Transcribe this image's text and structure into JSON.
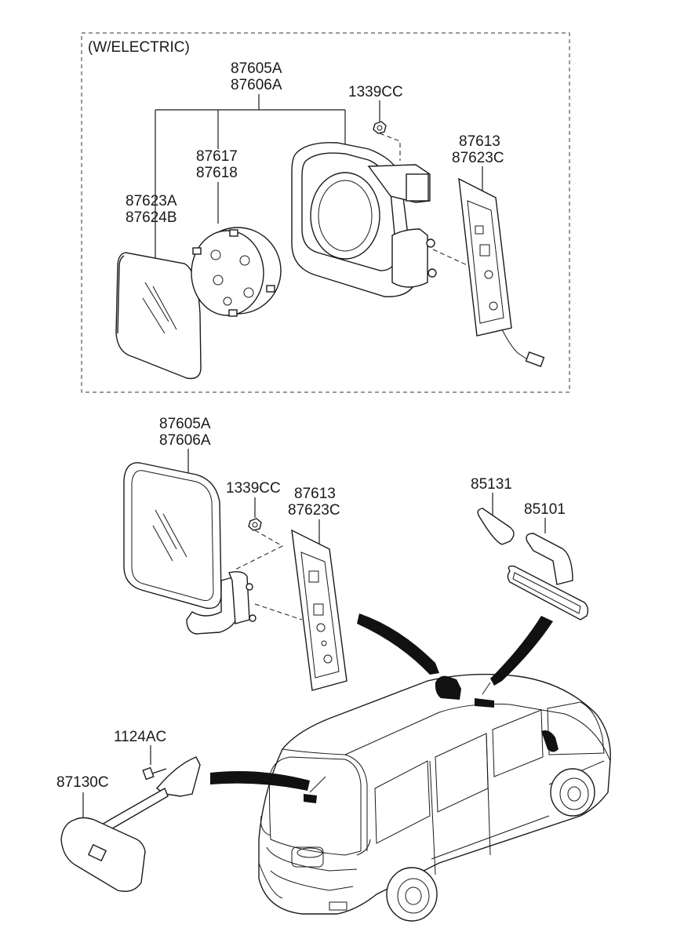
{
  "section_label": "(W/ELECTRIC)",
  "callouts": {
    "upper_mirror_a": "87605A",
    "upper_mirror_b": "87606A",
    "upper_nut": "1339CC",
    "upper_actuator_a": "87617",
    "upper_actuator_b": "87618",
    "upper_glass_a": "87623A",
    "upper_glass_b": "87624B",
    "upper_cover_a": "87613",
    "upper_cover_b": "87623C",
    "lower_mirror_a": "87605A",
    "lower_mirror_b": "87606A",
    "lower_nut": "1339CC",
    "lower_cover_a": "87613",
    "lower_cover_b": "87623C",
    "room_lamp": "85131",
    "inside_mirror": "85101",
    "screw": "1124AC",
    "rear_mirror": "87130C"
  }
}
